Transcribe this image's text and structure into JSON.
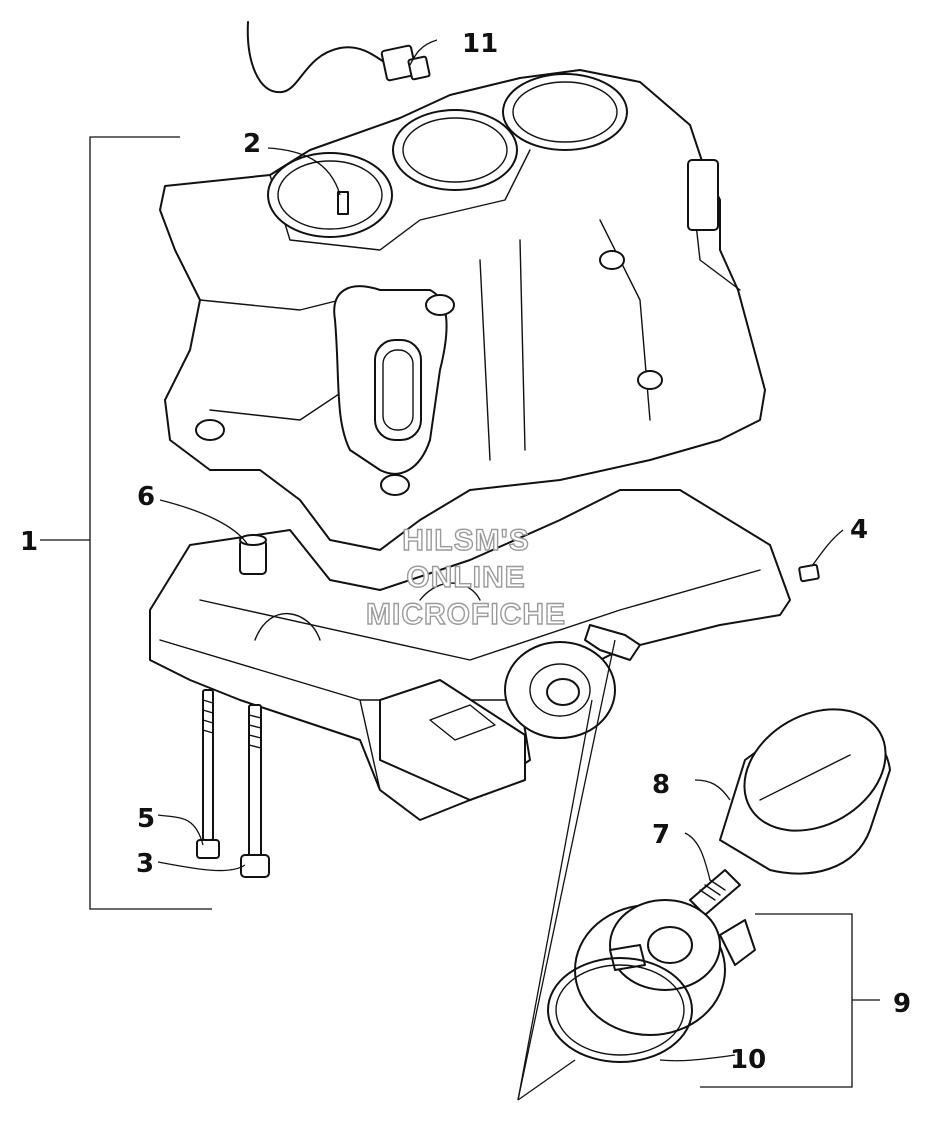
{
  "diagram": {
    "callouts": {
      "c1": "1",
      "c2": "2",
      "c3": "3",
      "c4": "4",
      "c5": "5",
      "c6": "6",
      "c7": "7",
      "c8": "8",
      "c9": "9",
      "c10": "10",
      "c11": "11"
    },
    "watermark": {
      "line1": "HILSM'S",
      "line2": "ONLINE",
      "line3": "MICROFICHE"
    }
  }
}
